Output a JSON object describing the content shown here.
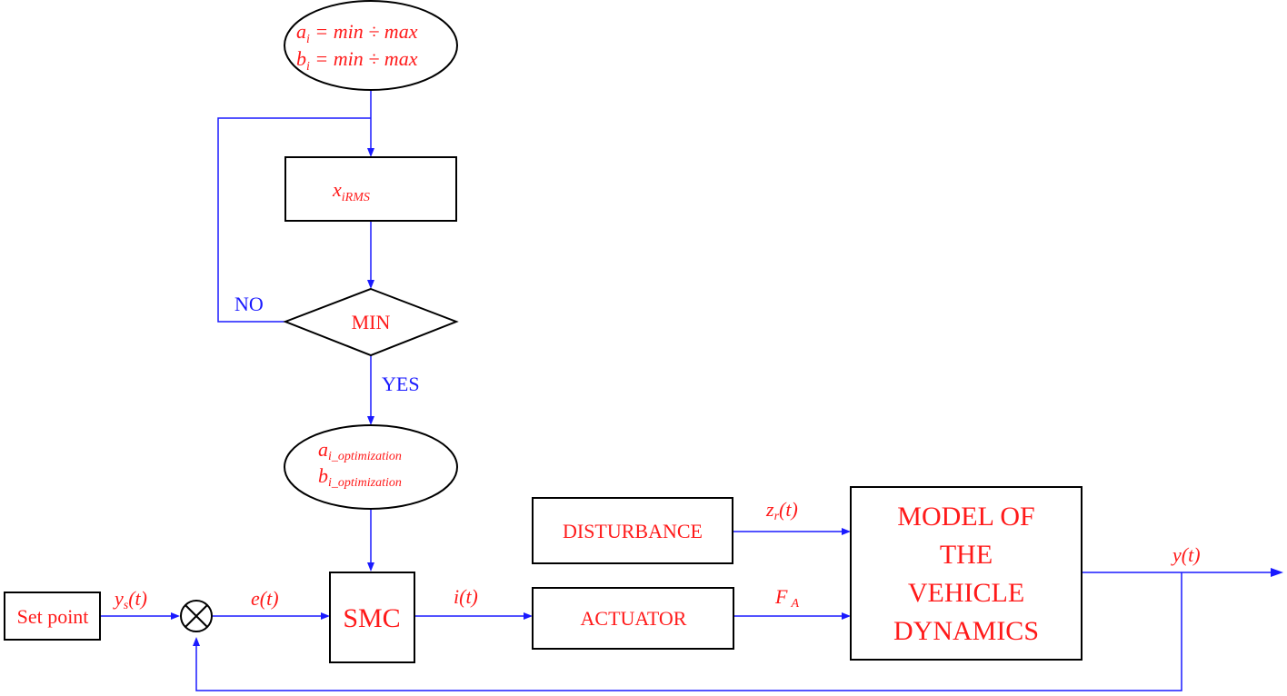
{
  "colors": {
    "text_red": "#ff1a1a",
    "wire_blue": "#1a1aff",
    "stroke": "#000000"
  },
  "flowchart": {
    "range": {
      "a_sym": "a",
      "b_sym": "b",
      "sub": "i",
      "text": " = min ÷ max"
    },
    "rms": {
      "sym": "x",
      "sub": "iRMS"
    },
    "decision": "MIN",
    "no_label": "NO",
    "yes_label": "YES",
    "optimized": {
      "a_sym": "a",
      "b_sym": "b",
      "sub": "i_optimization"
    }
  },
  "control_loop": {
    "setpoint": "Set point",
    "ys": {
      "sym": "y",
      "sub": "s",
      "arg": "(t)"
    },
    "error": "e(t)",
    "controller": "SMC",
    "current": "i(t)",
    "actuator": "ACTUATOR",
    "force": {
      "sym": "F",
      "sub": "A"
    },
    "disturbance": "DISTURBANCE",
    "zr": {
      "sym": "z",
      "sub": "r",
      "arg": "(t)"
    },
    "model_lines": [
      "MODEL OF",
      "THE",
      "VEHICLE",
      "DYNAMICS"
    ],
    "output": "y(t)"
  }
}
